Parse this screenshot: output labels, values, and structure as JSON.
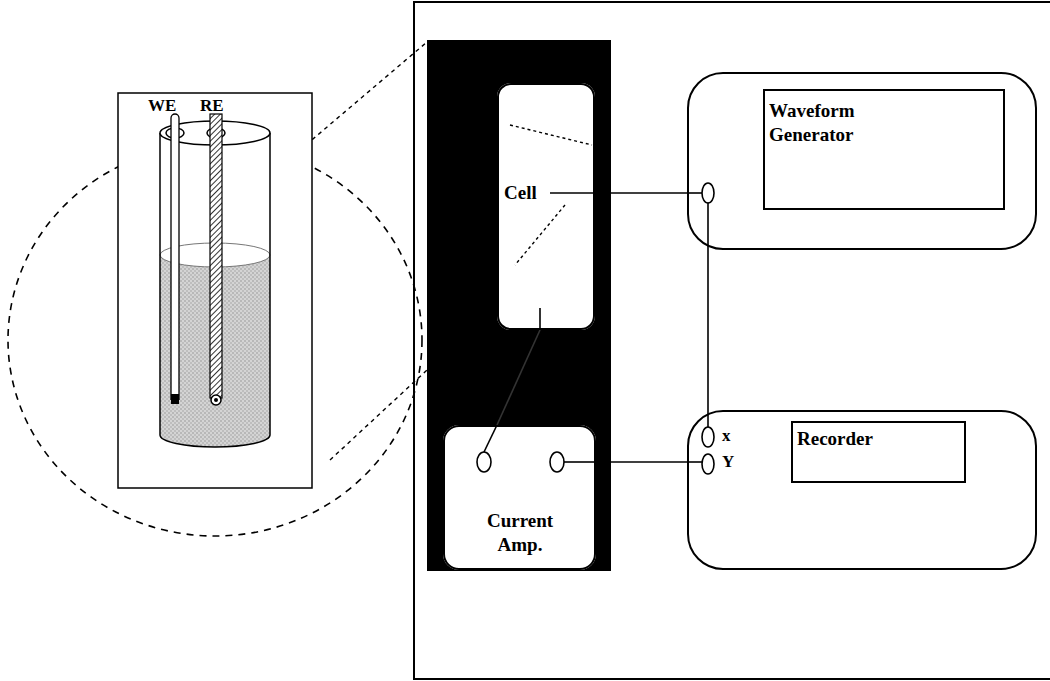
{
  "diagram": {
    "nodes": [
      {
        "text": [
          "Cell"
        ]
      },
      {
        "text": [
          "Current Amp."
        ]
      },
      {
        "text": [
          "Waveform Generator"
        ]
      },
      {
        "text": [
          "Recorder"
        ]
      }
    ],
    "edges": [
      {
        "from": 0,
        "to": 2,
        "arrow": "none"
      },
      {
        "from": 0,
        "to": 1,
        "arrow": "none"
      },
      {
        "from": 1,
        "to": 3,
        "arrow": "none"
      },
      {
        "from": 2,
        "to": 3,
        "arrow": "none"
      }
    ],
    "labels": [
      "WE",
      "RE",
      "x",
      "Y"
    ]
  }
}
